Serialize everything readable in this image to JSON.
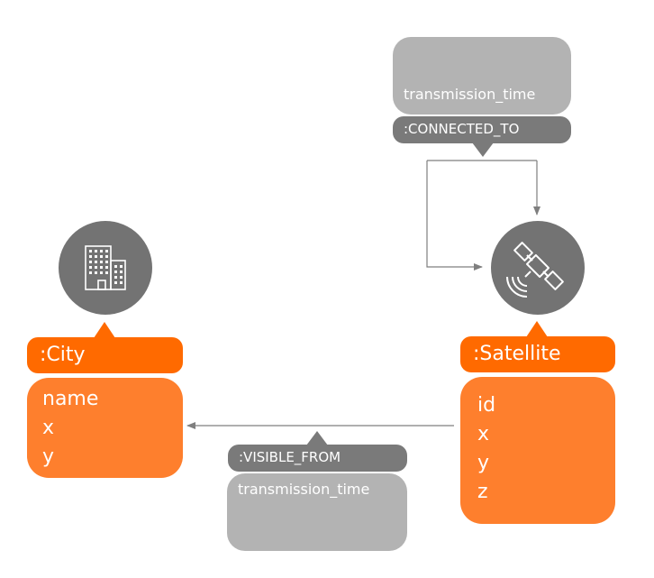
{
  "nodes": {
    "city": {
      "label": ":City",
      "properties": [
        "name",
        "x",
        "y"
      ],
      "icon": "building-icon"
    },
    "satellite": {
      "label": ":Satellite",
      "properties": [
        "id",
        "x",
        "y",
        "z"
      ],
      "icon": "satellite-icon"
    }
  },
  "relationships": {
    "connected_to": {
      "label": ":CONNECTED_TO",
      "properties": [
        "transmission_time"
      ]
    },
    "visible_from": {
      "label": ":VISIBLE_FROM",
      "properties": [
        "transmission_time"
      ]
    }
  },
  "colors": {
    "node_label": "#ff6a00",
    "node_props": "#fe7f2d",
    "icon_circle": "#737373",
    "rel_label": "#7a7a7a",
    "rel_props": "#b3b3b3",
    "edge": "#7f7f7f"
  }
}
